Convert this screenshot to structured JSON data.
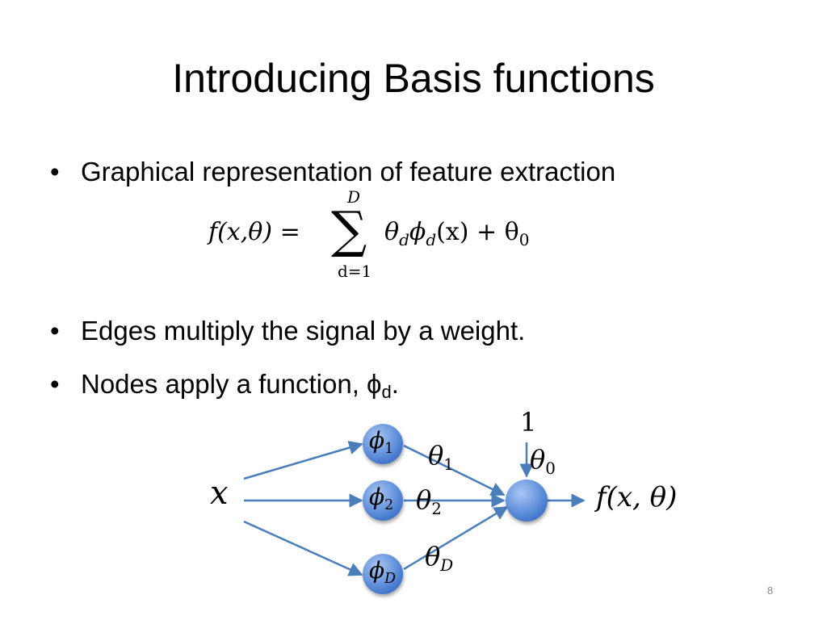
{
  "slide": {
    "title": "Introducing Basis functions",
    "page_number": "8"
  },
  "bullets": [
    {
      "marker": "•",
      "text": "Graphical representation of feature extraction"
    },
    {
      "marker": "•",
      "text": "Edges multiply the signal by a weight."
    },
    {
      "marker": "•",
      "text": "Nodes apply a function, ϕ",
      "subscript": "d",
      "suffix": "."
    }
  ],
  "formula": {
    "lhs": "f(x,θ) =",
    "sum_symbol": "∑",
    "upper_limit": "D",
    "lower_limit": "d=1",
    "rhs": "θdϕd(x) + θ0",
    "rhs_parts": {
      "theta": "θ",
      "theta_sub": "d",
      "phi": "ϕ",
      "phi_sub": "d",
      "arg": "(x) + θ",
      "zero": "0"
    }
  },
  "diagram": {
    "input_label": "x",
    "bias_label": "1",
    "output_label": "f(x, θ)",
    "basis_nodes": [
      {
        "symbol": "ϕ",
        "sub": "1"
      },
      {
        "symbol": "ϕ",
        "sub": "2"
      },
      {
        "symbol": "ϕ",
        "sub": "D"
      }
    ],
    "weights": [
      {
        "symbol": "θ",
        "sub": "1"
      },
      {
        "symbol": "θ",
        "sub": "2"
      },
      {
        "symbol": "θ",
        "sub": "D"
      },
      {
        "symbol": "θ",
        "sub": "0"
      }
    ],
    "colors": {
      "node_fill_light": "#8fb4ec",
      "node_fill_dark": "#3f73c9",
      "edge": "#4a7ebb"
    }
  }
}
